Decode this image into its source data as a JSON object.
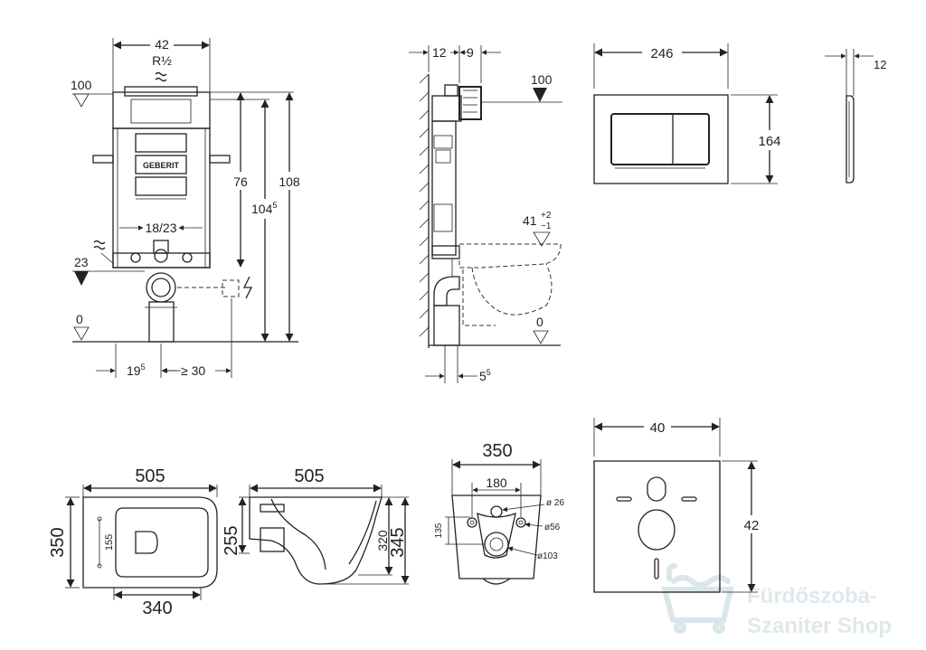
{
  "frame": {
    "width_42": "42",
    "connection": "R½",
    "level_100": "100",
    "dim_76": "76",
    "dim_104": "104",
    "dim_104_sup": "5",
    "dim_108": "108",
    "pipe_range": "18/23",
    "level_23": "23",
    "level_0": "0",
    "dim_19": "19",
    "dim_19_sup": "5",
    "dim_ge30": "≥ 30",
    "brand": "GEBERIT"
  },
  "side": {
    "dim_12": "12",
    "dim_9": "9",
    "level_100": "100",
    "dim_41": "41",
    "tol_plus": "+2",
    "tol_minus": "−1",
    "level_0": "0",
    "dim_5": "5",
    "dim_5_sup": "5"
  },
  "plate": {
    "width": "246",
    "height": "164",
    "thickness": "12"
  },
  "bowl_top": {
    "length": "505",
    "width": "350",
    "inner": "340",
    "seat": "155"
  },
  "bowl_side": {
    "length": "505",
    "h255": "255",
    "h320": "320",
    "h345": "345"
  },
  "bowl_back": {
    "width": "350",
    "spacing": "180",
    "h135": "135",
    "d26": "ø 26",
    "d56": "ø56",
    "d103": "ø103"
  },
  "mat": {
    "width": "40",
    "height": "42"
  },
  "watermark": {
    "line1": "Fürdőszoba-",
    "line2": "Szaniter Shop"
  }
}
